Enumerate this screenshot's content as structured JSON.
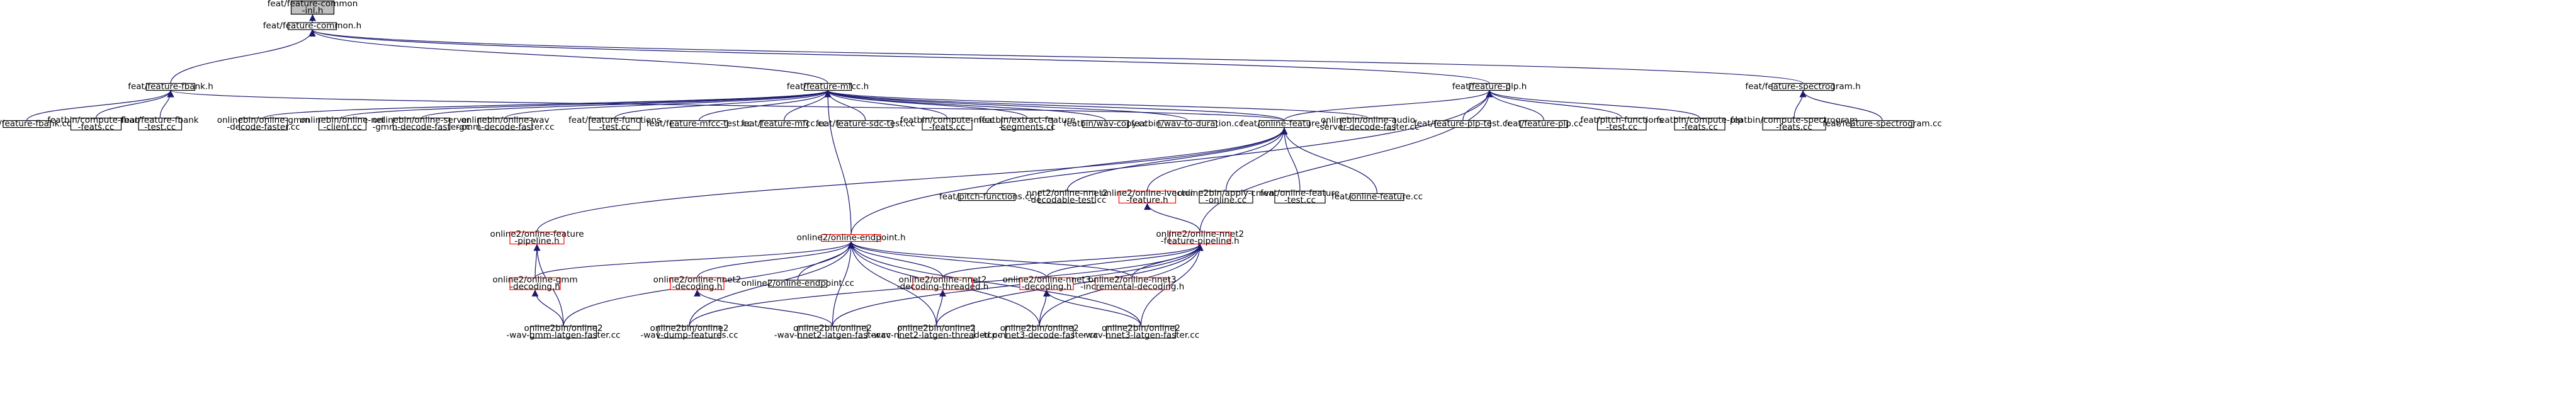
{
  "diagram": {
    "nodes": [
      {
        "id": "feature_common_inl",
        "lines": [
          "feat/feature-common",
          "-inl.h"
        ],
        "style": "root"
      },
      {
        "id": "feature_common",
        "lines": [
          "feat/feature-common.h"
        ],
        "style": "normal"
      },
      {
        "id": "feature_fbank",
        "lines": [
          "feat/feature-fbank.h"
        ],
        "style": "normal"
      },
      {
        "id": "feature_mfcc",
        "lines": [
          "feat/feature-mfcc.h"
        ],
        "style": "normal"
      },
      {
        "id": "feature_plp",
        "lines": [
          "feat/feature-plp.h"
        ],
        "style": "normal"
      },
      {
        "id": "feature_spectrogram",
        "lines": [
          "feat/feature-spectrogram.h"
        ],
        "style": "normal"
      },
      {
        "id": "feature_fbank_cc",
        "lines": [
          "feat/feature-fbank.cc"
        ],
        "style": "normal"
      },
      {
        "id": "compute_fbank_feats",
        "lines": [
          "featbin/compute-fbank",
          "-feats.cc"
        ],
        "style": "normal"
      },
      {
        "id": "feature_fbank_test",
        "lines": [
          "feat/feature-fbank",
          "-test.cc"
        ],
        "style": "normal"
      },
      {
        "id": "online_gmm_decode_faster",
        "lines": [
          "onlinebin/online-gmm",
          "-decode-faster.cc"
        ],
        "style": "normal"
      },
      {
        "id": "online_net_client",
        "lines": [
          "onlinebin/online-net",
          "-client.cc"
        ],
        "style": "normal"
      },
      {
        "id": "online_server_gmm",
        "lines": [
          "onlinebin/online-server",
          "-gmm-decode-faster.cc"
        ],
        "style": "normal"
      },
      {
        "id": "online_wav_gmm",
        "lines": [
          "onlinebin/online-wav",
          "-gmm-decode-faster.cc"
        ],
        "style": "normal"
      },
      {
        "id": "feature_functions_test",
        "lines": [
          "feat/feature-functions",
          "-test.cc"
        ],
        "style": "normal"
      },
      {
        "id": "feature_mfcc_test",
        "lines": [
          "feat/feature-mfcc-test.cc"
        ],
        "style": "normal"
      },
      {
        "id": "feature_mfcc_cc",
        "lines": [
          "feat/feature-mfcc.cc"
        ],
        "style": "normal"
      },
      {
        "id": "feature_sdc_test",
        "lines": [
          "feat/feature-sdc-test.cc"
        ],
        "style": "normal"
      },
      {
        "id": "compute_mfcc_feats",
        "lines": [
          "featbin/compute-mfcc",
          "-feats.cc"
        ],
        "style": "normal"
      },
      {
        "id": "extract_feature_segments",
        "lines": [
          "featbin/extract-feature",
          "-segments.cc"
        ],
        "style": "normal"
      },
      {
        "id": "wav_copy",
        "lines": [
          "featbin/wav-copy.cc"
        ],
        "style": "normal"
      },
      {
        "id": "wav_to_duration",
        "lines": [
          "featbin/wav-to-duration.cc"
        ],
        "style": "normal"
      },
      {
        "id": "online_feature_h",
        "lines": [
          "feat/online-feature.h"
        ],
        "style": "normal"
      },
      {
        "id": "online_audio_server",
        "lines": [
          "onlinebin/online-audio",
          "-server-decode-faster.cc"
        ],
        "style": "normal"
      },
      {
        "id": "feature_plp_test",
        "lines": [
          "feat/feature-plp-test.cc"
        ],
        "style": "normal"
      },
      {
        "id": "feature_plp_cc",
        "lines": [
          "feat/feature-plp.cc"
        ],
        "style": "normal"
      },
      {
        "id": "pitch_functions_test",
        "lines": [
          "feat/pitch-functions",
          "-test.cc"
        ],
        "style": "normal"
      },
      {
        "id": "compute_plp_feats",
        "lines": [
          "featbin/compute-plp",
          "-feats.cc"
        ],
        "style": "normal"
      },
      {
        "id": "compute_spectrogram_feats",
        "lines": [
          "featbin/compute-spectrogram",
          "-feats.cc"
        ],
        "style": "normal"
      },
      {
        "id": "feature_spectrogram_cc",
        "lines": [
          "feat/feature-spectrogram.cc"
        ],
        "style": "normal"
      },
      {
        "id": "pitch_functions_cc",
        "lines": [
          "feat/pitch-functions.cc"
        ],
        "style": "normal"
      },
      {
        "id": "online_nnet2_decodable_test",
        "lines": [
          "nnet2/online-nnet2",
          "-decodable-test.cc"
        ],
        "style": "normal"
      },
      {
        "id": "online_ivector_feature",
        "lines": [
          "online2/online-ivector",
          "-feature.h"
        ],
        "style": "red"
      },
      {
        "id": "apply_cmvn_online",
        "lines": [
          "online2bin/apply-cmvn",
          "-online.cc"
        ],
        "style": "normal"
      },
      {
        "id": "online_feature_test",
        "lines": [
          "feat/online-feature",
          "-test.cc"
        ],
        "style": "normal"
      },
      {
        "id": "online_feature_cc",
        "lines": [
          "feat/online-feature.cc"
        ],
        "style": "normal"
      },
      {
        "id": "online_feature_pipeline",
        "lines": [
          "online2/online-feature",
          "-pipeline.h"
        ],
        "style": "red"
      },
      {
        "id": "online_endpoint_h",
        "lines": [
          "online2/online-endpoint.h"
        ],
        "style": "red"
      },
      {
        "id": "online_nnet2_feature_pipeline",
        "lines": [
          "online2/online-nnet2",
          "-feature-pipeline.h"
        ],
        "style": "red"
      },
      {
        "id": "online_gmm_decoding",
        "lines": [
          "online2/online-gmm",
          "-decoding.h"
        ],
        "style": "red"
      },
      {
        "id": "online_nnet2_decoding",
        "lines": [
          "online2/online-nnet2",
          "-decoding.h"
        ],
        "style": "red"
      },
      {
        "id": "online_endpoint_cc",
        "lines": [
          "online2/online-endpoint.cc"
        ],
        "style": "normal"
      },
      {
        "id": "online_nnet2_decoding_threaded",
        "lines": [
          "online2/online-nnet2",
          "-decoding-threaded.h"
        ],
        "style": "red"
      },
      {
        "id": "online_nnet3_decoding",
        "lines": [
          "online2/online-nnet3",
          "-decoding.h"
        ],
        "style": "red"
      },
      {
        "id": "online_nnet3_incremental",
        "lines": [
          "online2/online-nnet3",
          "-incremental-decoding.h"
        ],
        "style": "red"
      },
      {
        "id": "wav_gmm_latgen_faster",
        "lines": [
          "online2bin/online2",
          "-wav-gmm-latgen-faster.cc"
        ],
        "style": "normal"
      },
      {
        "id": "wav_dump_features",
        "lines": [
          "online2bin/online2",
          "-wav-dump-features.cc"
        ],
        "style": "normal"
      },
      {
        "id": "wav_nnet2_latgen_faster",
        "lines": [
          "online2bin/online2",
          "-wav-nnet2-latgen-faster.cc"
        ],
        "style": "normal"
      },
      {
        "id": "wav_nnet2_latgen_threaded",
        "lines": [
          "online2bin/online2",
          "-wav-nnet2-latgen-threaded.cc"
        ],
        "style": "normal"
      },
      {
        "id": "tcp_nnet3_decode_faster",
        "lines": [
          "online2bin/online2",
          "-tcp-nnet3-decode-faster.cc"
        ],
        "style": "normal"
      },
      {
        "id": "wav_nnet3_latgen_faster",
        "lines": [
          "online2bin/online2",
          "-wav-nnet3-latgen-faster.cc"
        ],
        "style": "normal"
      }
    ],
    "edges": [
      [
        "feature_common",
        "feature_common_inl"
      ],
      [
        "feature_fbank",
        "feature_common"
      ],
      [
        "feature_mfcc",
        "feature_common"
      ],
      [
        "feature_plp",
        "feature_common"
      ],
      [
        "feature_spectrogram",
        "feature_common"
      ],
      [
        "feature_fbank_cc",
        "feature_fbank"
      ],
      [
        "compute_fbank_feats",
        "feature_fbank"
      ],
      [
        "feature_fbank_test",
        "feature_fbank"
      ],
      [
        "online_feature_h",
        "feature_fbank"
      ],
      [
        "online_gmm_decode_faster",
        "feature_mfcc"
      ],
      [
        "online_net_client",
        "feature_mfcc"
      ],
      [
        "online_server_gmm",
        "feature_mfcc"
      ],
      [
        "online_wav_gmm",
        "feature_mfcc"
      ],
      [
        "feature_functions_test",
        "feature_mfcc"
      ],
      [
        "feature_mfcc_test",
        "feature_mfcc"
      ],
      [
        "feature_mfcc_cc",
        "feature_mfcc"
      ],
      [
        "feature_sdc_test",
        "feature_mfcc"
      ],
      [
        "compute_mfcc_feats",
        "feature_mfcc"
      ],
      [
        "extract_feature_segments",
        "feature_mfcc"
      ],
      [
        "wav_copy",
        "feature_mfcc"
      ],
      [
        "wav_to_duration",
        "feature_mfcc"
      ],
      [
        "online_feature_h",
        "feature_mfcc"
      ],
      [
        "online_audio_server",
        "feature_mfcc"
      ],
      [
        "online_endpoint_h",
        "feature_mfcc"
      ],
      [
        "online_feature_h",
        "feature_plp"
      ],
      [
        "feature_plp_test",
        "feature_plp"
      ],
      [
        "feature_plp_cc",
        "feature_plp"
      ],
      [
        "pitch_functions_test",
        "feature_plp"
      ],
      [
        "compute_plp_feats",
        "feature_plp"
      ],
      [
        "online_endpoint_h",
        "feature_plp"
      ],
      [
        "online_nnet2_feature_pipeline",
        "feature_plp"
      ],
      [
        "compute_spectrogram_feats",
        "feature_spectrogram"
      ],
      [
        "feature_spectrogram_cc",
        "feature_spectrogram"
      ],
      [
        "pitch_functions_cc",
        "online_feature_h"
      ],
      [
        "online_nnet2_decodable_test",
        "online_feature_h"
      ],
      [
        "online_ivector_feature",
        "online_feature_h"
      ],
      [
        "apply_cmvn_online",
        "online_feature_h"
      ],
      [
        "online_feature_test",
        "online_feature_h"
      ],
      [
        "online_feature_cc",
        "online_feature_h"
      ],
      [
        "online_feature_pipeline",
        "online_feature_h"
      ],
      [
        "online_nnet2_feature_pipeline",
        "online_ivector_feature"
      ],
      [
        "online_gmm_decoding",
        "online_feature_pipeline"
      ],
      [
        "wav_gmm_latgen_faster",
        "online_feature_pipeline"
      ],
      [
        "online_gmm_decoding",
        "online_endpoint_h"
      ],
      [
        "online_nnet2_decoding",
        "online_endpoint_h"
      ],
      [
        "online_endpoint_cc",
        "online_endpoint_h"
      ],
      [
        "online_nnet2_decoding_threaded",
        "online_endpoint_h"
      ],
      [
        "online_nnet3_decoding",
        "online_endpoint_h"
      ],
      [
        "online_nnet3_incremental",
        "online_endpoint_h"
      ],
      [
        "wav_gmm_latgen_faster",
        "online_endpoint_h"
      ],
      [
        "wav_dump_features",
        "online_endpoint_h"
      ],
      [
        "wav_nnet2_latgen_faster",
        "online_endpoint_h"
      ],
      [
        "wav_nnet2_latgen_threaded",
        "online_endpoint_h"
      ],
      [
        "tcp_nnet3_decode_faster",
        "online_endpoint_h"
      ],
      [
        "wav_nnet3_latgen_faster",
        "online_endpoint_h"
      ],
      [
        "online_nnet2_decoding_threaded",
        "online_nnet2_feature_pipeline"
      ],
      [
        "online_nnet3_decoding",
        "online_nnet2_feature_pipeline"
      ],
      [
        "online_nnet3_incremental",
        "online_nnet2_feature_pipeline"
      ],
      [
        "wav_dump_features",
        "online_nnet2_feature_pipeline"
      ],
      [
        "wav_nnet2_latgen_faster",
        "online_nnet2_feature_pipeline"
      ],
      [
        "wav_nnet2_latgen_threaded",
        "online_nnet2_feature_pipeline"
      ],
      [
        "tcp_nnet3_decode_faster",
        "online_nnet2_feature_pipeline"
      ],
      [
        "wav_nnet3_latgen_faster",
        "online_nnet2_feature_pipeline"
      ],
      [
        "wav_gmm_latgen_faster",
        "online_gmm_decoding"
      ],
      [
        "wav_nnet2_latgen_faster",
        "online_nnet2_decoding"
      ],
      [
        "wav_nnet2_latgen_threaded",
        "online_nnet2_decoding_threaded"
      ],
      [
        "tcp_nnet3_decode_faster",
        "online_nnet3_decoding"
      ],
      [
        "wav_nnet3_latgen_faster",
        "online_nnet3_decoding"
      ]
    ],
    "colors": {
      "edge": "#191970",
      "red_border": "#ff0000",
      "root_fill": "#bfbfbf"
    }
  }
}
